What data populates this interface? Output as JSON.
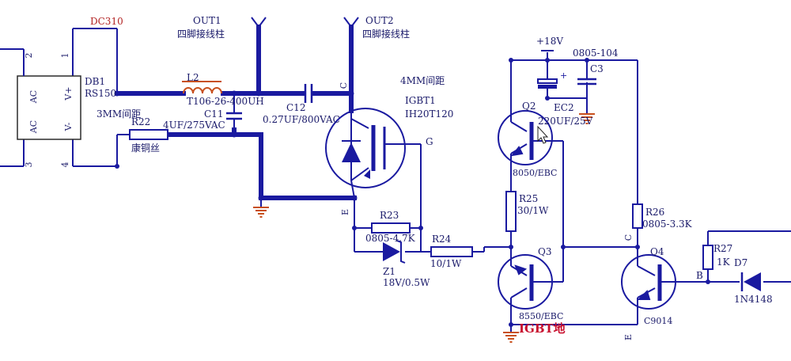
{
  "colors": {
    "wire": "#1a1aa0",
    "bus": "#1a1aa0",
    "component": "#1a1aa0",
    "fill": "#1a1aa0",
    "inductor": "#c8501e",
    "ground": "#c8501e",
    "net_label": "#b22222",
    "text": "#1a1a6a",
    "highlight": "#c8102e"
  },
  "labels": {
    "dc310": "DC310",
    "out1": "OUT1",
    "out1_desc": "四脚接线柱",
    "out2": "OUT2",
    "out2_desc": "四脚接线柱",
    "db1": "DB1",
    "rs150": "RS150",
    "pin_ac_top": "AC",
    "pin_ac_bottom": "AC",
    "pin_vplus": "V+",
    "pin_vminus": "V-",
    "pin_1": "1",
    "pin_2": "2",
    "pin_3": "3",
    "pin_4": "4",
    "l2": "L2",
    "l2_value": "T106-26-400UH",
    "spacing_3mm": "3MM间距",
    "r22": "R22",
    "r22_value": "康铜丝",
    "c11": "C11",
    "c11_value": "4UF/275VAC",
    "c12": "C12",
    "c12_value": "0.27UF/800VAC",
    "spacing_4mm": "4MM间距",
    "igbt1": "IGBT1",
    "igbt1_value": "IH20T120",
    "pin_c_igbt": "C",
    "pin_g": "G",
    "pin_e_igbt": "E",
    "r23": "R23",
    "r23_value": "0805-4.7K",
    "z1": "Z1",
    "z1_value": "18V/0.5W",
    "r24": "R24",
    "r24_value": "10/1W",
    "supply_18v": "+18V",
    "cap_code": "0805-104",
    "c3": "C3",
    "ec2": "EC2",
    "ec2_value": "220UF/25V",
    "q2": "Q2",
    "q2_value": "8050/EBC",
    "r25": "R25",
    "r25_value": "30/1W",
    "r26": "R26",
    "r26_value": "0805-3.3K",
    "q3": "Q3",
    "q3_value": "8550/EBC",
    "igbt_gnd": "IGBT地",
    "q4": "Q4",
    "q4_value": "C9014",
    "pin_c_q4": "C",
    "pin_b_q4": "B",
    "pin_e_q4": "E",
    "r27": "R27",
    "r27_value": "1K",
    "d7": "D7",
    "d7_value": "1N4148"
  }
}
